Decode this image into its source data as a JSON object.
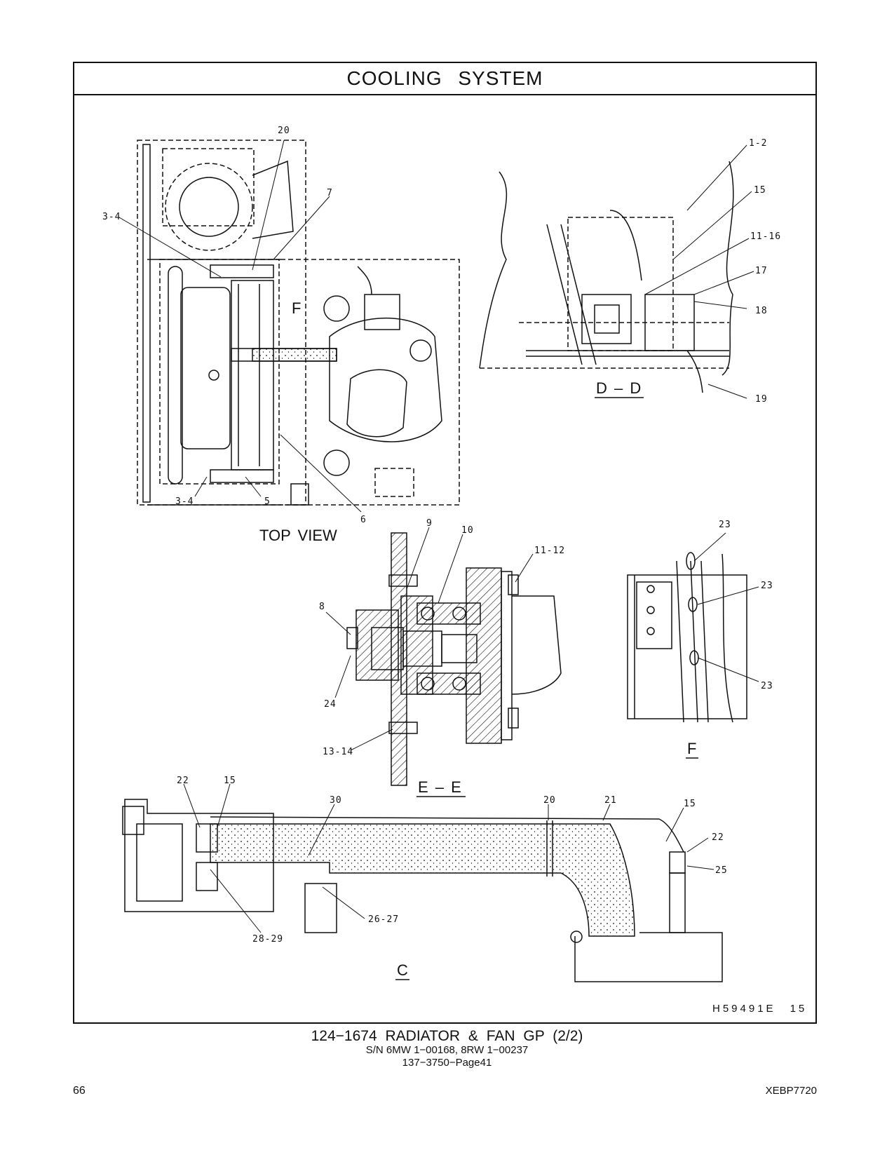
{
  "title": "COOLING SYSTEM",
  "drawing_code": "H59491E",
  "drawing_sheet": "15",
  "views": {
    "top_view": "TOP VIEW",
    "dd": "D – D",
    "ee": "E – E",
    "f": "F",
    "c": "C",
    "f_marker": "F"
  },
  "callouts": {
    "c20_top": "20",
    "c7": "7",
    "c3_4_top": "3-4",
    "c3_4_bot": "3-4",
    "c5": "5",
    "c6": "6",
    "c1_2": "1-2",
    "c15_dd": "15",
    "c11_16": "11-16",
    "c17": "17",
    "c18": "18",
    "c19": "19",
    "c9": "9",
    "c10": "10",
    "c11_12": "11-12",
    "c8": "8",
    "c24": "24",
    "c13_14": "13-14",
    "c23_a": "23",
    "c23_b": "23",
    "c23_c": "23",
    "c22_l": "22",
    "c15_l": "15",
    "c30": "30",
    "c20_c": "20",
    "c21": "21",
    "c15_r": "15",
    "c22_r": "22",
    "c25": "25",
    "c26_27": "26-27",
    "c28_29": "28-29"
  },
  "footer": {
    "line1": "124−1674   RADIATOR  &  FAN  GP (2/2)",
    "line2": "S/N 6MW 1−00168, 8RW 1−00237",
    "line3": "137−3750−Page41",
    "page_number": "66",
    "doc_id": "XEBP7720"
  }
}
